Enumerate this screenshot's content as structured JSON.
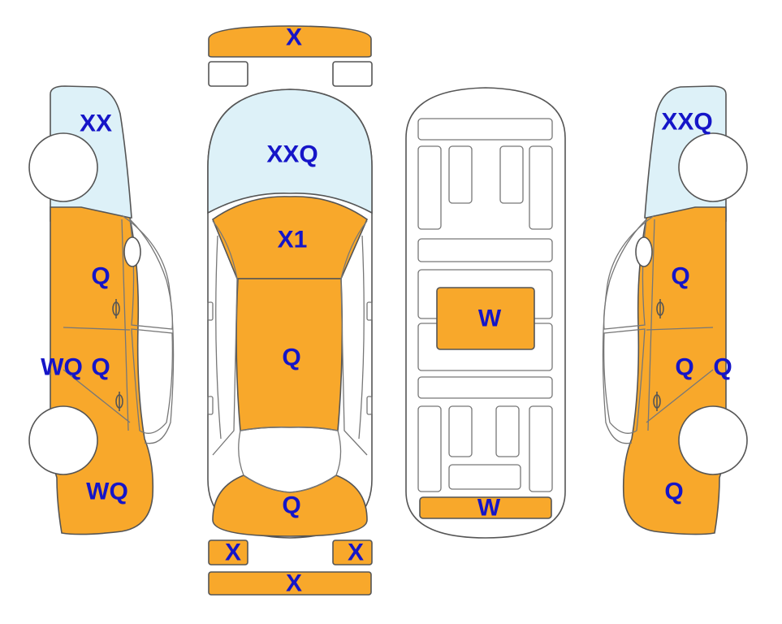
{
  "colors": {
    "paint": "#F8A82B",
    "glass": "#DDF1F8",
    "label": "#1515C8",
    "stroke": "#555555",
    "blank": "#FFFFFF"
  },
  "labels": {
    "front_bumper": "X",
    "left_mirror": "X",
    "right_mirror": "X",
    "rear_bumper": "X",
    "windshield": "XXQ",
    "hood": "X1",
    "roof": "Q",
    "trunk": "Q",
    "floor_center": "W",
    "floor_rear": "W",
    "left_front_fender": "XX",
    "left_front_door": "Q",
    "left_rear_door": "Q",
    "left_sill": "WQ",
    "left_rear_quarter": "WQ",
    "right_front_fender": "XXQ",
    "right_front_door": "Q",
    "right_rear_door": "Q",
    "right_sill": "Q",
    "right_rear_quarter": "Q"
  }
}
